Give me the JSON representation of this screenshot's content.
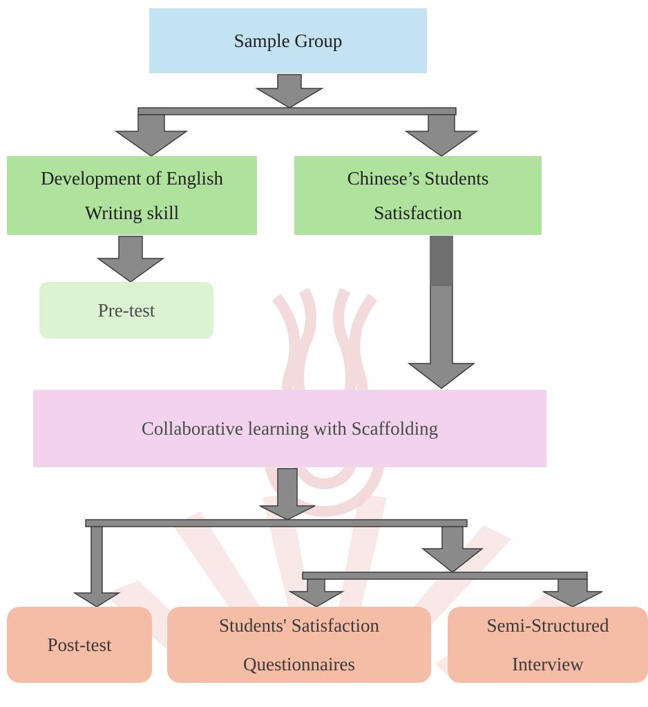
{
  "nodes": {
    "sample_group": [
      "Sample Group"
    ],
    "development_writing": [
      "Development of English",
      "Writing skill"
    ],
    "students_satisfaction": [
      "Chinese’s Students",
      "Satisfaction"
    ],
    "pretest": [
      "Pre-test"
    ],
    "collaborative": [
      "Collaborative learning with Scaffolding"
    ],
    "posttest": [
      "Post-test"
    ],
    "questionnaires": [
      "Students' Satisfaction",
      "Questionnaires"
    ],
    "interview": [
      "Semi-Structured",
      "Interview"
    ]
  },
  "colors": {
    "blue_box": "#c3e3f3",
    "green_box": "#aee29d",
    "light_green_box": "#dcf2d3",
    "pink_box": "#f2d3ee",
    "salmon_box": "#f5bda6",
    "arrow_fill": "#8a8a8a",
    "arrow_stroke": "#3c3c3c",
    "watermark": "#f1d0cf"
  },
  "icons": {
    "arrow": "down-arrow-icon",
    "watermark": "university-emblem-watermark"
  }
}
